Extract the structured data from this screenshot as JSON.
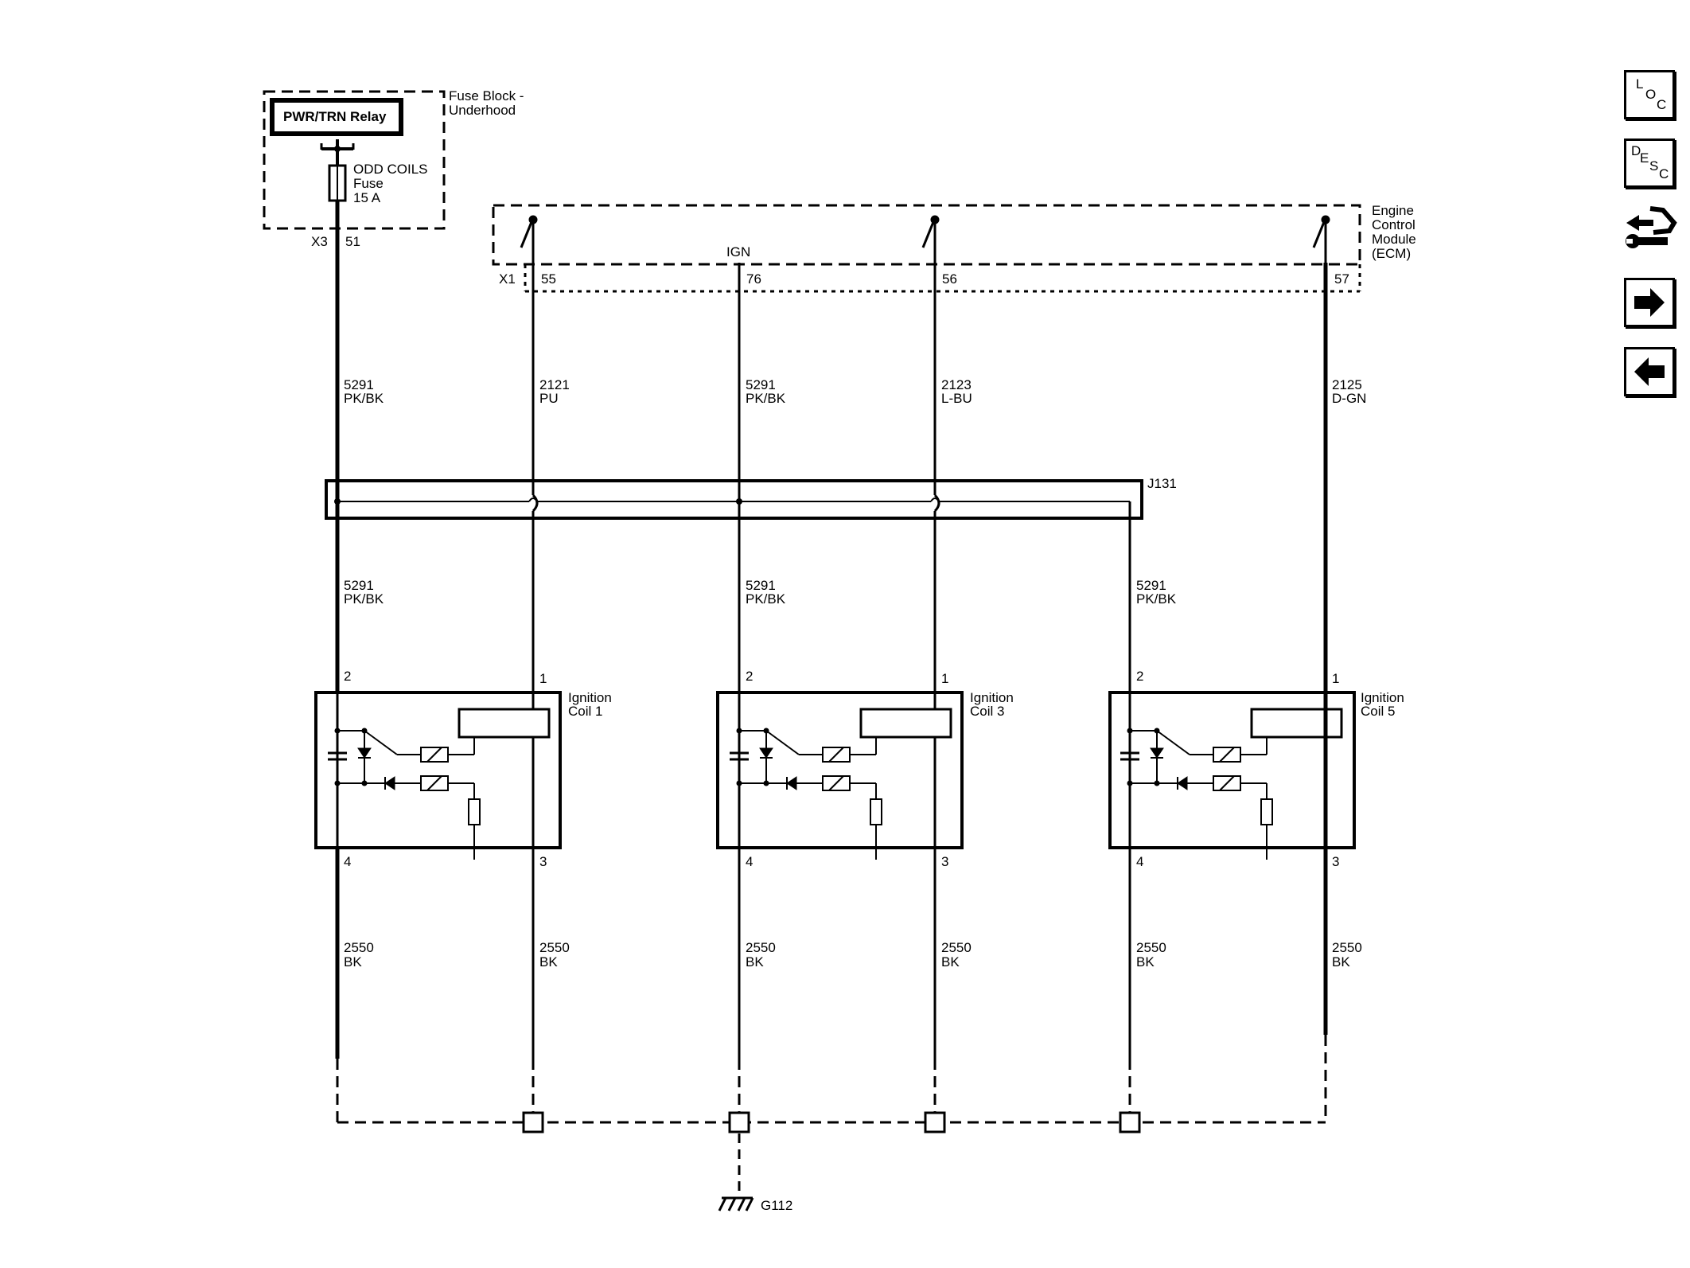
{
  "fuse_block": {
    "title_l1": "Fuse Block -",
    "title_l2": "Underhood",
    "relay": "PWR/TRN Relay",
    "fuse_l1": "ODD COILS",
    "fuse_l2": "Fuse",
    "fuse_l3": "15 A",
    "connector": "X3",
    "pin": "51"
  },
  "ecm": {
    "title_l1": "Engine",
    "title_l2": "Control",
    "title_l3": "Module",
    "title_l4": "(ECM)",
    "ign_label": "IGN",
    "connector": "X1",
    "pins": [
      "55",
      "76",
      "56",
      "57"
    ]
  },
  "splice": {
    "label": "J131"
  },
  "wires_upper": [
    {
      "circuit": "5291",
      "color": "PK/BK"
    },
    {
      "circuit": "2121",
      "color": "PU"
    },
    {
      "circuit": "5291",
      "color": "PK/BK"
    },
    {
      "circuit": "2123",
      "color": "L-BU"
    },
    {
      "circuit": "2125",
      "color": "D-GN"
    }
  ],
  "wires_middle": [
    {
      "circuit": "5291",
      "color": "PK/BK"
    },
    {
      "circuit": "5291",
      "color": "PK/BK"
    },
    {
      "circuit": "5291",
      "color": "PK/BK"
    }
  ],
  "coils": [
    {
      "name_l1": "Ignition",
      "name_l2": "Coil 1",
      "pin_tl": "2",
      "pin_tr": "1",
      "pin_bl": "4",
      "pin_br": "3"
    },
    {
      "name_l1": "Ignition",
      "name_l2": "Coil 3",
      "pin_tl": "2",
      "pin_tr": "1",
      "pin_bl": "4",
      "pin_br": "3"
    },
    {
      "name_l1": "Ignition",
      "name_l2": "Coil 5",
      "pin_tl": "2",
      "pin_tr": "1",
      "pin_bl": "4",
      "pin_br": "3"
    }
  ],
  "wires_lower": [
    {
      "circuit": "2550",
      "color": "BK"
    },
    {
      "circuit": "2550",
      "color": "BK"
    },
    {
      "circuit": "2550",
      "color": "BK"
    },
    {
      "circuit": "2550",
      "color": "BK"
    },
    {
      "circuit": "2550",
      "color": "BK"
    },
    {
      "circuit": "2550",
      "color": "BK"
    }
  ],
  "ground": {
    "label": "G112"
  },
  "nav": {
    "loc_l": "L",
    "loc_o": "O",
    "loc_c": "C",
    "desc_d": "D",
    "desc_e": "E",
    "desc_s": "S",
    "desc_c": "C"
  }
}
